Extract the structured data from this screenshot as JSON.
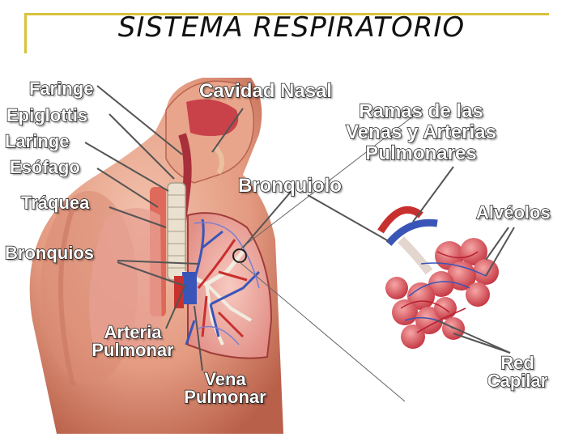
{
  "title": "SISTEMA RESPIRATORIO",
  "labels": {
    "faringe": "Faringe",
    "epiglottis": "Epiglottis",
    "laringe": "Laringe",
    "esofago": "Esófago",
    "traquea": "Tráquea",
    "cavidad_nasal": "Cavidad Nasal",
    "ramas_line1": "Ramas de las",
    "ramas_line2": "Venas y Arterias",
    "ramas_line3": "Pulmonares",
    "bronquiolo": "Bronquiolo",
    "alveolos": "Alvéolos",
    "bronquios": "Bronquios",
    "arteria_line1": "Arteria",
    "arteria_line2": "Pulmonar",
    "vena_line1": "Vena",
    "vena_line2": "Pulmonar",
    "red_line1": "Red",
    "red_line2": "Capilar"
  },
  "colors": {
    "frame": "#d8c23a",
    "skin": "#e8a58c",
    "airway": "#d9564a",
    "vein": "#3a55b8",
    "artery": "#c8302e"
  }
}
